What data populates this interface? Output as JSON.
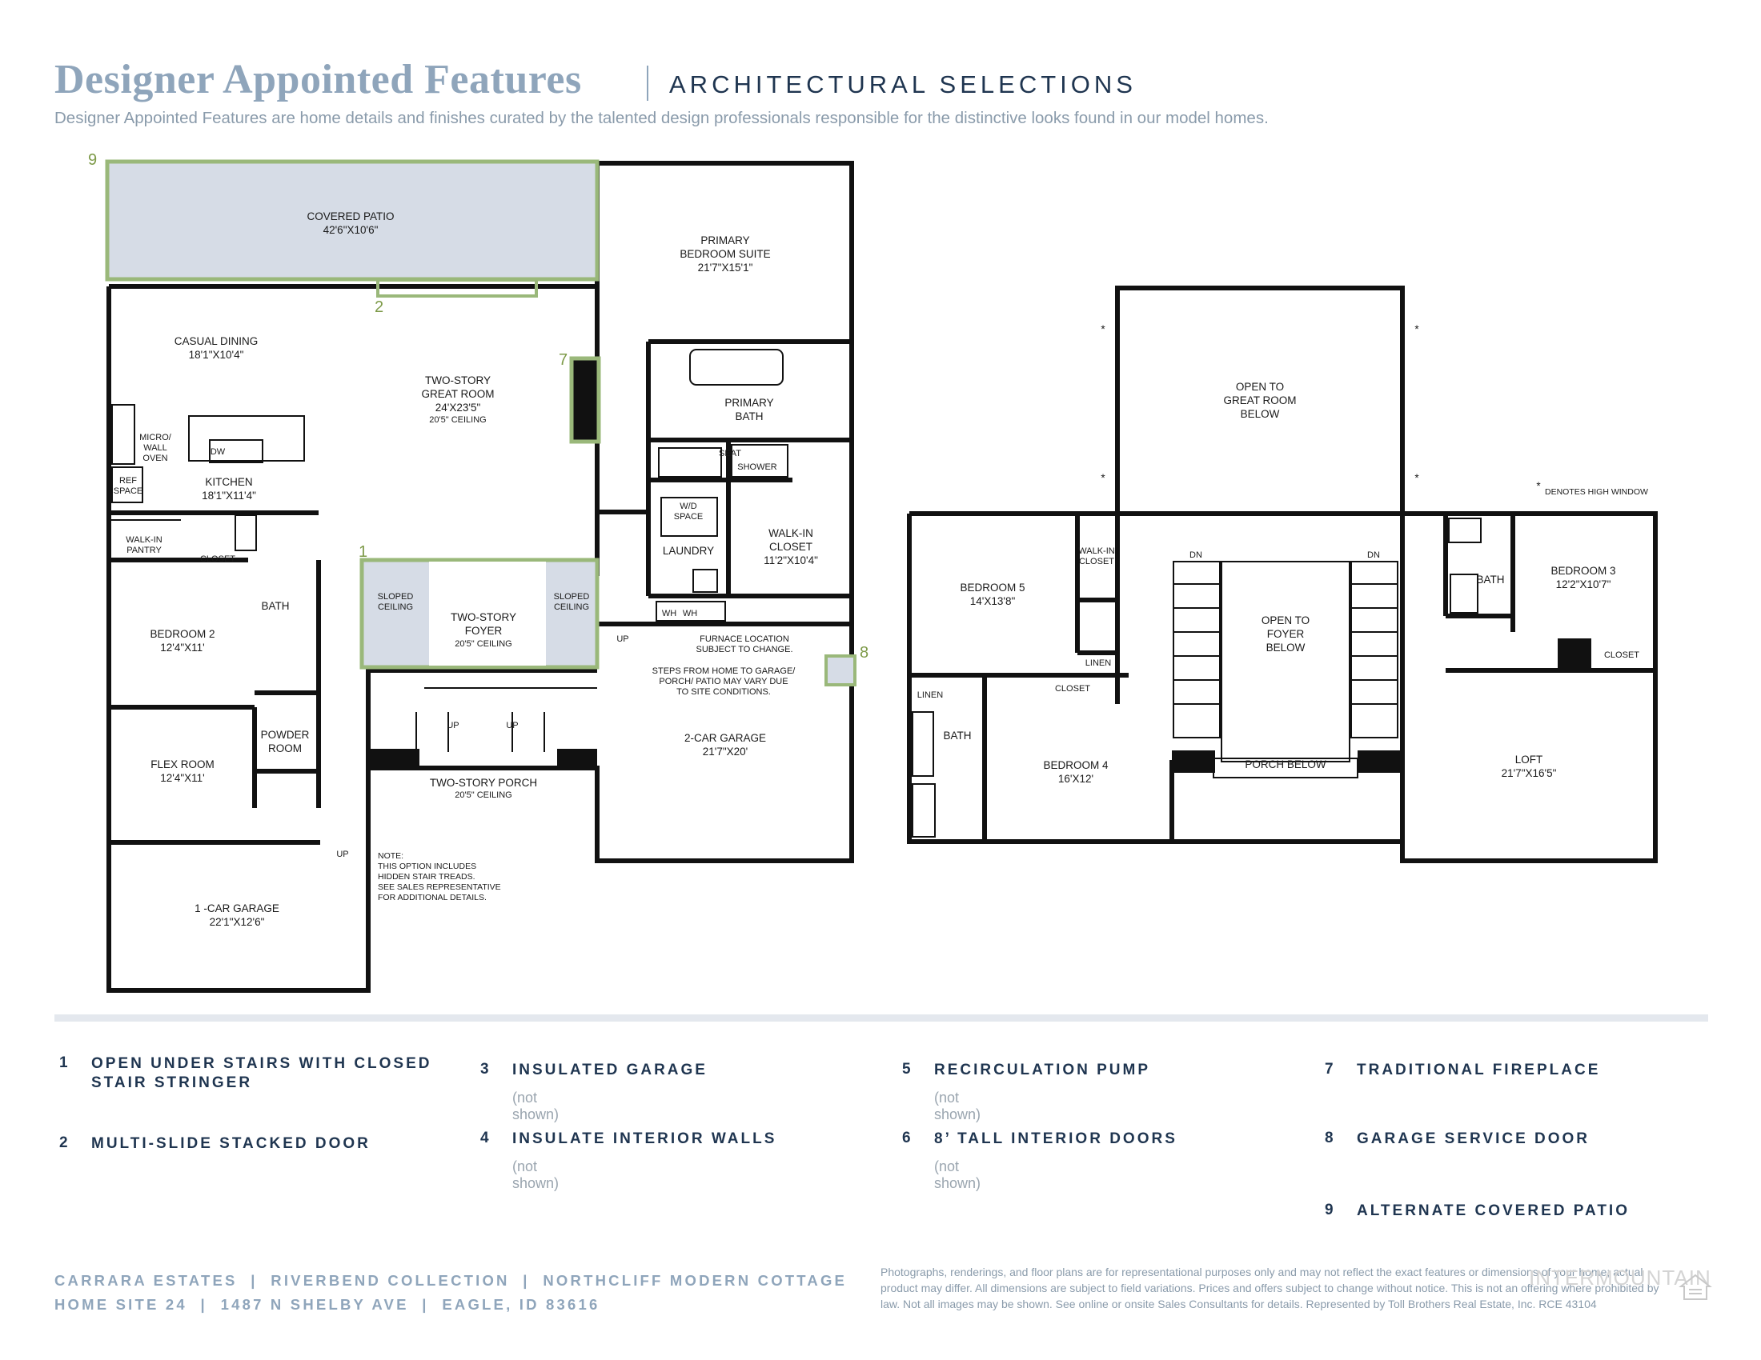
{
  "header": {
    "title": "Designer Appointed Features",
    "subtitle": "ARCHITECTURAL SELECTIONS",
    "description": "Designer Appointed Features are home details and finishes curated by the talented design professionals responsible for the distinctive looks found in our model homes."
  },
  "colors": {
    "accent": "#8fa5bb",
    "navy": "#1f3550",
    "highlight": "#9ab87a",
    "fill": "#d6dce6"
  },
  "first_floor": {
    "covered_patio": {
      "name": "COVERED PATIO",
      "dims": "42'6\"X10'6\""
    },
    "casual_dining": {
      "name": "CASUAL DINING",
      "dims": "18'1\"X10'4\""
    },
    "great_room": {
      "l1": "TWO-STORY",
      "l2": "GREAT ROOM",
      "dims": "24'X23'5\"",
      "ceiling": "20'5\" CEILING"
    },
    "primary_suite": {
      "l1": "PRIMARY",
      "l2": "BEDROOM SUITE",
      "dims": "21'7\"X15'1\""
    },
    "primary_bath": {
      "l1": "PRIMARY",
      "l2": "BATH"
    },
    "seat": "SEAT",
    "shower": "SHOWER",
    "micro": {
      "l1": "MICRO/",
      "l2": "WALL",
      "l3": "OVEN"
    },
    "dw": "DW",
    "ref": {
      "l1": "REF",
      "l2": "SPACE"
    },
    "kitchen": {
      "name": "KITCHEN",
      "dims": "18'1\"X11'4\""
    },
    "walkin_pantry": {
      "l1": "WALK-IN",
      "l2": "PANTRY"
    },
    "closet": "CLOSET",
    "bath": "BATH",
    "bedroom2": {
      "name": "BEDROOM 2",
      "dims": "12'4\"X11'"
    },
    "flex": {
      "name": "FLEX ROOM",
      "dims": "12'4\"X11'"
    },
    "powder": {
      "l1": "POWDER",
      "l2": "ROOM"
    },
    "garage1": {
      "name": "1 -CAR GARAGE",
      "dims": "22'1\"X12'6\""
    },
    "foyer": {
      "l1": "TWO-STORY",
      "l2": "FOYER",
      "ceiling": "20'5\" CEILING"
    },
    "sloped": {
      "l1": "SLOPED",
      "l2": "CEILING"
    },
    "porch": {
      "name": "TWO-STORY PORCH",
      "ceiling": "20'5\" CEILING"
    },
    "up": "UP",
    "wd": {
      "l1": "W/D",
      "l2": "SPACE"
    },
    "laundry": "LAUNDRY",
    "walkin_closet": {
      "l1": "WALK-IN",
      "l2": "CLOSET",
      "dims": "11'2\"X10'4\""
    },
    "wh": "WH",
    "furnace": {
      "l1": "FURNACE LOCATION",
      "l2": "SUBJECT TO CHANGE."
    },
    "steps": {
      "l1": "STEPS FROM HOME TO GARAGE/",
      "l2": "PORCH/ PATIO MAY VARY DUE",
      "l3": "TO SITE CONDITIONS."
    },
    "garage2": {
      "name": "2-CAR GARAGE",
      "dims": "21'7\"X20'"
    },
    "note": {
      "l1": "NOTE:",
      "l2": "THIS OPTION INCLUDES",
      "l3": "HIDDEN STAIR TREADS.",
      "l4": "SEE SALES REPRESENTATIVE",
      "l5": "FOR ADDITIONAL DETAILS."
    }
  },
  "second_floor": {
    "open_great": {
      "l1": "OPEN TO",
      "l2": "GREAT ROOM",
      "l3": "BELOW"
    },
    "star": "*",
    "high_window": "DENOTES HIGH WINDOW",
    "bedroom5": {
      "name": "BEDROOM 5",
      "dims": "14'X13'8\""
    },
    "walkin_closet": {
      "l1": "WALK-IN",
      "l2": "CLOSET"
    },
    "linen": "LINEN",
    "closet": "CLOSET",
    "bath": "BATH",
    "bedroom4": {
      "name": "BEDROOM 4",
      "dims": "16'X12'"
    },
    "dn": "DN",
    "open_foyer": {
      "l1": "OPEN TO",
      "l2": "FOYER",
      "l3": "BELOW"
    },
    "porch_below": "PORCH BELOW",
    "bedroom3": {
      "name": "BEDROOM 3",
      "dims": "12'2\"X10'7\""
    },
    "loft": {
      "name": "LOFT",
      "dims": "21'7\"X16'5\""
    }
  },
  "markers": [
    "1",
    "2",
    "7",
    "8",
    "9"
  ],
  "features": [
    {
      "num": "1",
      "title": "OPEN UNDER STAIRS WITH CLOSED STAIR STRINGER",
      "sub": ""
    },
    {
      "num": "2",
      "title": "MULTI-SLIDE STACKED DOOR",
      "sub": ""
    },
    {
      "num": "3",
      "title": "INSULATED GARAGE",
      "sub": "(not shown)"
    },
    {
      "num": "4",
      "title": "INSULATE INTERIOR WALLS",
      "sub": "(not shown)"
    },
    {
      "num": "5",
      "title": "RECIRCULATION PUMP",
      "sub": "(not shown)"
    },
    {
      "num": "6",
      "title": "8’ TALL INTERIOR DOORS",
      "sub": "(not shown)"
    },
    {
      "num": "7",
      "title": "TRADITIONAL FIREPLACE",
      "sub": ""
    },
    {
      "num": "8",
      "title": "GARAGE SERVICE DOOR",
      "sub": ""
    },
    {
      "num": "9",
      "title": "ALTERNATE COVERED PATIO",
      "sub": ""
    }
  ],
  "footer": {
    "line1": "CARRARA ESTATES  |  RIVERBEND COLLECTION  |  NORTHCLIFF MODERN COTTAGE",
    "line2": "HOME SITE 24  |  1487 N SHELBY AVE  |  EAGLE, ID 83616",
    "legal": "Photographs, renderings, and floor plans are for representational purposes only and may not reflect the exact features or dimensions of your home; actual product may differ. All dimensions are subject to field variations. Prices and offers subject to change without notice. This is not an offering where prohibited by law. Not all images may be shown. See online or onsite Sales Consultants for details. Represented by Toll Brothers Real Estate, Inc. RCE 43104",
    "watermark": "INTERMOUNTAIN"
  }
}
